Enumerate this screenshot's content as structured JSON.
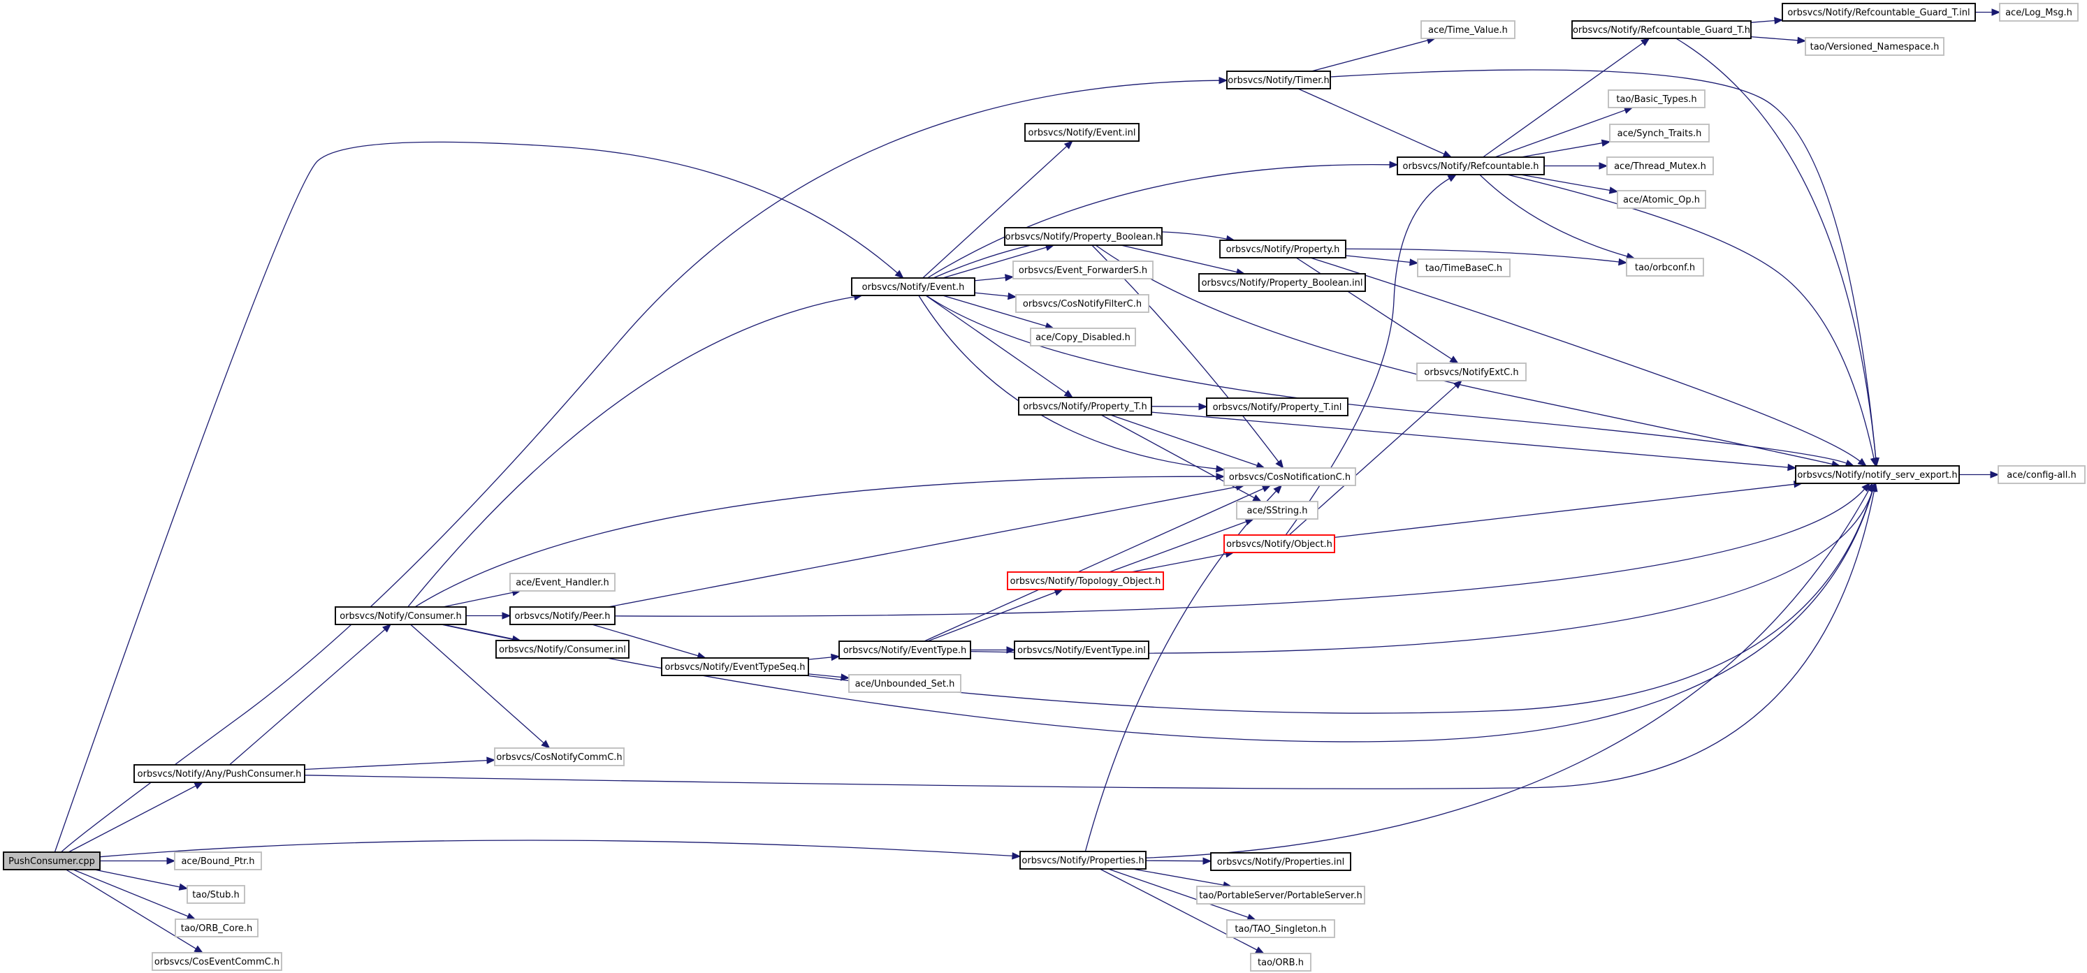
{
  "diagram": {
    "title": "",
    "colors": {
      "edge": "#191970",
      "border_documented": "#000000",
      "border_external": "#bfbfbf",
      "border_truncated": "#ff0000",
      "fill_root": "#bfbfbf",
      "fill": "#ffffff"
    },
    "nodes": [
      {
        "id": "push_consumer_cpp",
        "label": "PushConsumer.cpp",
        "kind": "root"
      },
      {
        "id": "any_push_consumer_h",
        "label": "orbsvcs/Notify/Any/PushConsumer.h",
        "kind": "documented"
      },
      {
        "id": "consumer_h",
        "label": "orbsvcs/Notify/Consumer.h",
        "kind": "documented"
      },
      {
        "id": "event_handler_h",
        "label": "ace/Event_Handler.h",
        "kind": "external"
      },
      {
        "id": "peer_h",
        "label": "orbsvcs/Notify/Peer.h",
        "kind": "documented"
      },
      {
        "id": "consumer_inl",
        "label": "orbsvcs/Notify/Consumer.inl",
        "kind": "documented"
      },
      {
        "id": "cos_notify_comm_c_h",
        "label": "orbsvcs/CosNotifyCommC.h",
        "kind": "external"
      },
      {
        "id": "bound_ptr_h",
        "label": "ace/Bound_Ptr.h",
        "kind": "external"
      },
      {
        "id": "stub_h",
        "label": "tao/Stub.h",
        "kind": "external"
      },
      {
        "id": "orb_core_h",
        "label": "tao/ORB_Core.h",
        "kind": "external"
      },
      {
        "id": "cos_event_comm_c_h",
        "label": "orbsvcs/CosEventCommC.h",
        "kind": "external"
      },
      {
        "id": "event_h",
        "label": "orbsvcs/Notify/Event.h",
        "kind": "documented"
      },
      {
        "id": "event_type_seq_h",
        "label": "orbsvcs/Notify/EventTypeSeq.h",
        "kind": "documented"
      },
      {
        "id": "event_type_h",
        "label": "orbsvcs/Notify/EventType.h",
        "kind": "documented"
      },
      {
        "id": "unbounded_set_h",
        "label": "ace/Unbounded_Set.h",
        "kind": "external"
      },
      {
        "id": "event_type_inl",
        "label": "orbsvcs/Notify/EventType.inl",
        "kind": "documented"
      },
      {
        "id": "topology_object_h",
        "label": "orbsvcs/Notify/Topology_Object.h",
        "kind": "truncated"
      },
      {
        "id": "event_inl",
        "label": "orbsvcs/Notify/Event.inl",
        "kind": "documented"
      },
      {
        "id": "property_boolean_h",
        "label": "orbsvcs/Notify/Property_Boolean.h",
        "kind": "documented"
      },
      {
        "id": "event_forwarder_s_h",
        "label": "orbsvcs/Event_ForwarderS.h",
        "kind": "external"
      },
      {
        "id": "cos_notify_filter_c_h",
        "label": "orbsvcs/CosNotifyFilterC.h",
        "kind": "external"
      },
      {
        "id": "copy_disabled_h",
        "label": "ace/Copy_Disabled.h",
        "kind": "external"
      },
      {
        "id": "property_t_h",
        "label": "orbsvcs/Notify/Property_T.h",
        "kind": "documented"
      },
      {
        "id": "cos_notification_c_h",
        "label": "orbsvcs/CosNotificationC.h",
        "kind": "external"
      },
      {
        "id": "sstring_h",
        "label": "ace/SString.h",
        "kind": "external"
      },
      {
        "id": "properties_h",
        "label": "orbsvcs/Notify/Properties.h",
        "kind": "documented"
      },
      {
        "id": "timer_h",
        "label": "orbsvcs/Notify/Timer.h",
        "kind": "documented"
      },
      {
        "id": "property_h",
        "label": "orbsvcs/Notify/Property.h",
        "kind": "documented"
      },
      {
        "id": "property_boolean_inl",
        "label": "orbsvcs/Notify/Property_Boolean.inl",
        "kind": "documented"
      },
      {
        "id": "property_t_inl",
        "label": "orbsvcs/Notify/Property_T.inl",
        "kind": "documented"
      },
      {
        "id": "object_h",
        "label": "orbsvcs/Notify/Object.h",
        "kind": "truncated"
      },
      {
        "id": "properties_inl",
        "label": "orbsvcs/Notify/Properties.inl",
        "kind": "documented"
      },
      {
        "id": "portable_server_h",
        "label": "tao/PortableServer/PortableServer.h",
        "kind": "external"
      },
      {
        "id": "tao_singleton_h",
        "label": "tao/TAO_Singleton.h",
        "kind": "external"
      },
      {
        "id": "tao_orb_h",
        "label": "tao/ORB.h",
        "kind": "external"
      },
      {
        "id": "time_value_h",
        "label": "ace/Time_Value.h",
        "kind": "external"
      },
      {
        "id": "refcountable_h",
        "label": "orbsvcs/Notify/Refcountable.h",
        "kind": "documented"
      },
      {
        "id": "time_base_c_h",
        "label": "tao/TimeBaseC.h",
        "kind": "external"
      },
      {
        "id": "notify_ext_c_h",
        "label": "orbsvcs/NotifyExtC.h",
        "kind": "external"
      },
      {
        "id": "refcountable_guard_t_h",
        "label": "orbsvcs/Notify/Refcountable_Guard_T.h",
        "kind": "documented"
      },
      {
        "id": "basic_types_h",
        "label": "tao/Basic_Types.h",
        "kind": "external"
      },
      {
        "id": "synch_traits_h",
        "label": "ace/Synch_Traits.h",
        "kind": "external"
      },
      {
        "id": "thread_mutex_h",
        "label": "ace/Thread_Mutex.h",
        "kind": "external"
      },
      {
        "id": "atomic_op_h",
        "label": "ace/Atomic_Op.h",
        "kind": "external"
      },
      {
        "id": "orbconf_h",
        "label": "tao/orbconf.h",
        "kind": "external"
      },
      {
        "id": "refcountable_guard_t_inl",
        "label": "orbsvcs/Notify/Refcountable_Guard_T.inl",
        "kind": "documented"
      },
      {
        "id": "versioned_namespace_h",
        "label": "tao/Versioned_Namespace.h",
        "kind": "external"
      },
      {
        "id": "log_msg_h",
        "label": "ace/Log_Msg.h",
        "kind": "external"
      },
      {
        "id": "notify_serv_export_h",
        "label": "orbsvcs/Notify/notify_serv_export.h",
        "kind": "documented"
      },
      {
        "id": "config_all_h",
        "label": "ace/config-all.h",
        "kind": "external"
      }
    ],
    "edges": [
      [
        "push_consumer_cpp",
        "any_push_consumer_h"
      ],
      [
        "push_consumer_cpp",
        "event_h"
      ],
      [
        "push_consumer_cpp",
        "timer_h"
      ],
      [
        "push_consumer_cpp",
        "bound_ptr_h"
      ],
      [
        "push_consumer_cpp",
        "stub_h"
      ],
      [
        "push_consumer_cpp",
        "orb_core_h"
      ],
      [
        "push_consumer_cpp",
        "cos_event_comm_c_h"
      ],
      [
        "push_consumer_cpp",
        "properties_h"
      ],
      [
        "any_push_consumer_h",
        "consumer_h"
      ],
      [
        "any_push_consumer_h",
        "cos_notify_comm_c_h"
      ],
      [
        "any_push_consumer_h",
        "notify_serv_export_h"
      ],
      [
        "consumer_h",
        "event_h"
      ],
      [
        "consumer_h",
        "event_handler_h"
      ],
      [
        "consumer_h",
        "peer_h"
      ],
      [
        "consumer_h",
        "consumer_inl"
      ],
      [
        "consumer_h",
        "cos_notify_comm_c_h"
      ],
      [
        "consumer_h",
        "cos_notification_c_h"
      ],
      [
        "consumer_h",
        "notify_serv_export_h"
      ],
      [
        "peer_h",
        "event_type_seq_h"
      ],
      [
        "peer_h",
        "cos_notification_c_h"
      ],
      [
        "peer_h",
        "notify_serv_export_h"
      ],
      [
        "event_type_seq_h",
        "event_type_h"
      ],
      [
        "event_type_seq_h",
        "unbounded_set_h"
      ],
      [
        "event_type_seq_h",
        "notify_serv_export_h"
      ],
      [
        "event_type_h",
        "event_type_inl"
      ],
      [
        "event_type_h",
        "topology_object_h"
      ],
      [
        "event_type_h",
        "cos_notification_c_h"
      ],
      [
        "event_type_h",
        "notify_serv_export_h"
      ],
      [
        "topology_object_h",
        "object_h"
      ],
      [
        "topology_object_h",
        "sstring_h"
      ],
      [
        "event_h",
        "event_inl"
      ],
      [
        "event_h",
        "refcountable_h"
      ],
      [
        "event_h",
        "property_boolean_h"
      ],
      [
        "event_h",
        "property_h"
      ],
      [
        "event_h",
        "event_forwarder_s_h"
      ],
      [
        "event_h",
        "cos_notify_filter_c_h"
      ],
      [
        "event_h",
        "copy_disabled_h"
      ],
      [
        "event_h",
        "property_t_h"
      ],
      [
        "event_h",
        "cos_notification_c_h"
      ],
      [
        "event_h",
        "notify_serv_export_h"
      ],
      [
        "property_boolean_h",
        "property_boolean_inl"
      ],
      [
        "property_boolean_h",
        "cos_notification_c_h"
      ],
      [
        "property_boolean_h",
        "notify_serv_export_h"
      ],
      [
        "property_h",
        "time_base_c_h"
      ],
      [
        "property_h",
        "orbconf_h"
      ],
      [
        "property_h",
        "notify_ext_c_h"
      ],
      [
        "property_h",
        "notify_serv_export_h"
      ],
      [
        "property_t_h",
        "property_t_inl"
      ],
      [
        "property_t_h",
        "cos_notification_c_h"
      ],
      [
        "property_t_h",
        "sstring_h"
      ],
      [
        "property_t_h",
        "notify_serv_export_h"
      ],
      [
        "properties_h",
        "properties_inl"
      ],
      [
        "properties_h",
        "portable_server_h"
      ],
      [
        "properties_h",
        "tao_singleton_h"
      ],
      [
        "properties_h",
        "tao_orb_h"
      ],
      [
        "properties_h",
        "cos_notification_c_h"
      ],
      [
        "properties_h",
        "notify_serv_export_h"
      ],
      [
        "object_h",
        "refcountable_h"
      ],
      [
        "object_h",
        "notify_ext_c_h"
      ],
      [
        "object_h",
        "notify_serv_export_h"
      ],
      [
        "timer_h",
        "time_value_h"
      ],
      [
        "timer_h",
        "refcountable_h"
      ],
      [
        "timer_h",
        "notify_serv_export_h"
      ],
      [
        "refcountable_h",
        "refcountable_guard_t_h"
      ],
      [
        "refcountable_h",
        "basic_types_h"
      ],
      [
        "refcountable_h",
        "synch_traits_h"
      ],
      [
        "refcountable_h",
        "thread_mutex_h"
      ],
      [
        "refcountable_h",
        "atomic_op_h"
      ],
      [
        "refcountable_h",
        "orbconf_h"
      ],
      [
        "refcountable_h",
        "notify_serv_export_h"
      ],
      [
        "refcountable_guard_t_h",
        "refcountable_guard_t_inl"
      ],
      [
        "refcountable_guard_t_h",
        "versioned_namespace_h"
      ],
      [
        "refcountable_guard_t_h",
        "notify_serv_export_h"
      ],
      [
        "refcountable_guard_t_inl",
        "log_msg_h"
      ],
      [
        "notify_serv_export_h",
        "config_all_h"
      ]
    ]
  }
}
